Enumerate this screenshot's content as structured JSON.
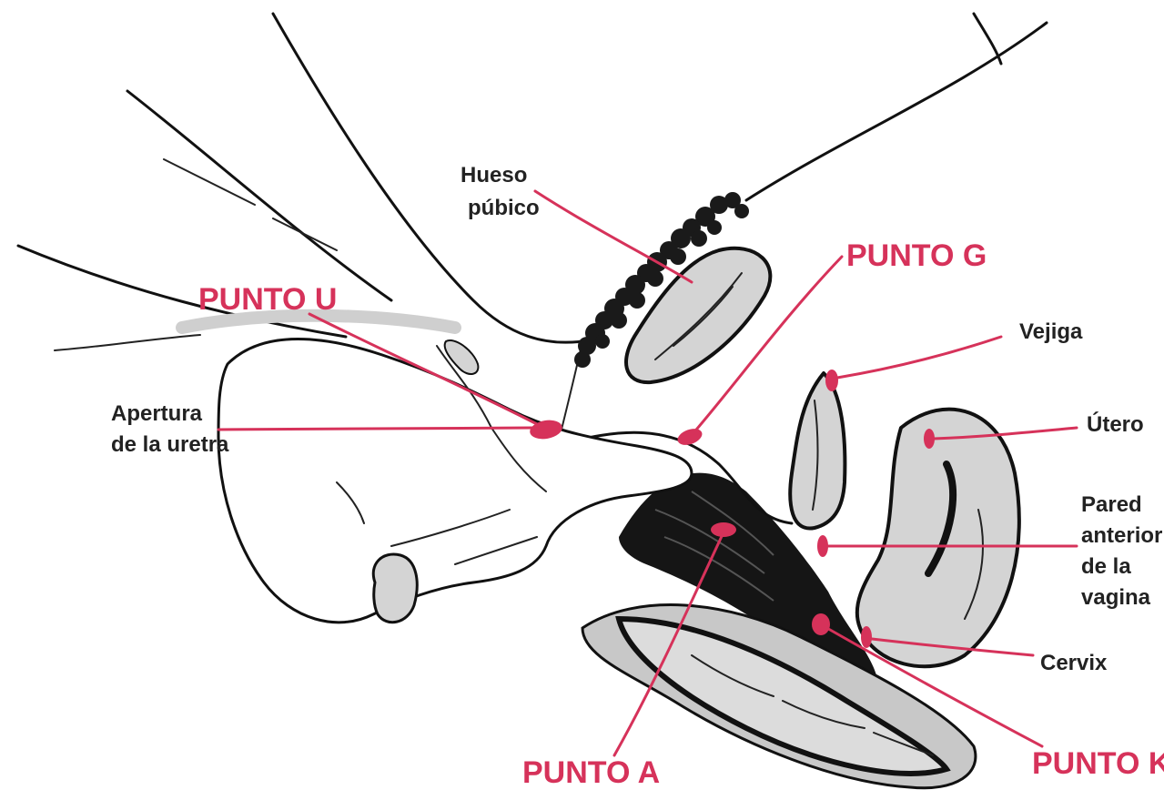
{
  "colors": {
    "accent": "#d6325a",
    "ink": "#111111",
    "organ_fill": "#d4d4d4",
    "label_text": "#222222"
  },
  "labels": {
    "hueso_line1": "Hueso",
    "hueso_line2": "púbico",
    "punto_u": "PUNTO U",
    "apertura_line1": "Apertura",
    "apertura_line2": "de la uretra",
    "punto_g": "PUNTO G",
    "vejiga": "Vejiga",
    "utero": "Útero",
    "pared_line1": "Pared",
    "pared_line2": "anterior",
    "pared_line3": "de la",
    "pared_line4": "vagina",
    "cervix": "Cervix",
    "punto_a": "PUNTO A",
    "punto_k": "PUNTO K"
  }
}
